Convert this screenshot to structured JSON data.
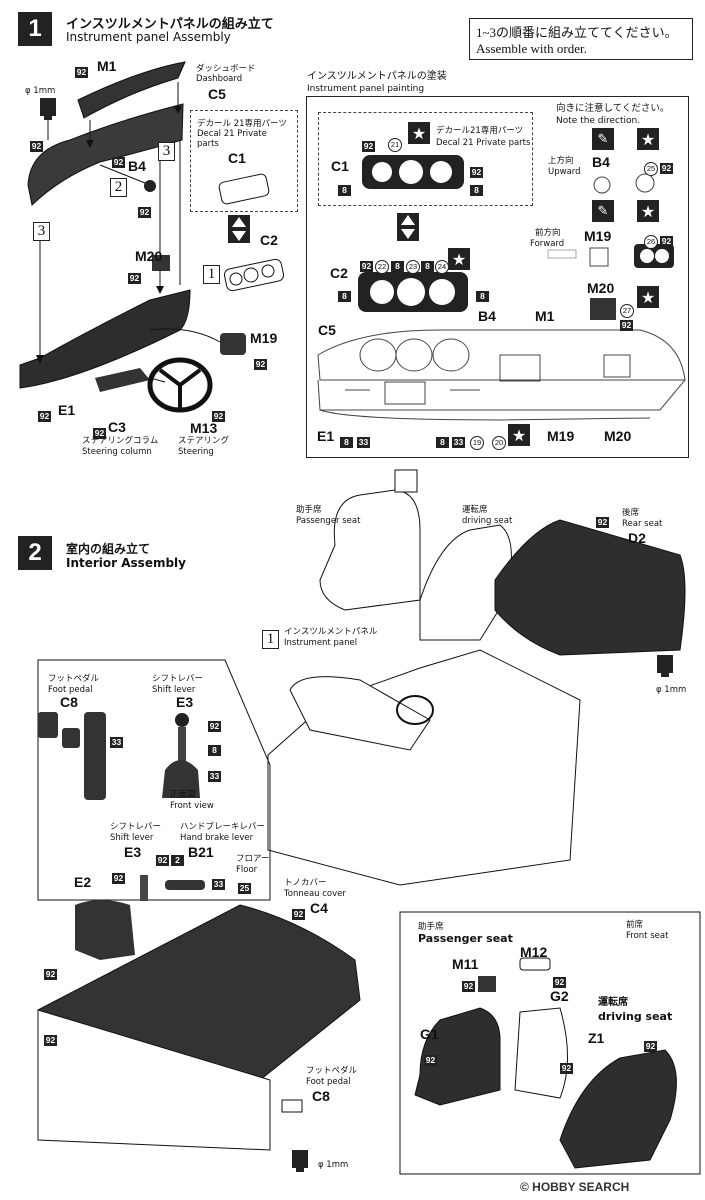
{
  "step1": {
    "number": "1",
    "title_jp": "インスツルメントパネルの組み立て",
    "title_en": "Instrument panel Assembly",
    "order_note_jp": "1~3の順番に組み立ててください。",
    "order_note_en": "Assemble with order.",
    "drill_label": "φ 1mm",
    "parts": {
      "m1": "M1",
      "c5": "C5",
      "b4": "B4",
      "c1": "C1",
      "c2": "C2",
      "m20": "M20",
      "m19": "M19",
      "e1": "E1",
      "c3": "C3",
      "m13": "M13"
    },
    "dashboard_jp": "ダッシュボード",
    "dashboard_en": "Dashboard",
    "decal_jp": "デカール",
    "decal_num": "21",
    "decal_private_jp": "専用パーツ",
    "decal_en": "Decal 21 Private parts",
    "steering_column_jp": "ステアリングコラム",
    "steering_column_en": "Steering column",
    "steering_jp": "ステアリング",
    "steering_en": "Steering",
    "order": [
      "1",
      "2",
      "3"
    ],
    "painting_jp": "インスツルメントパネルの塗装",
    "painting_en": "Instrument panel painting",
    "painting_decal_jp": "デカール21専用パーツ",
    "painting_decal_en": "Decal 21 Private parts",
    "direction_jp": "向きに注意してください。",
    "direction_en": "Note the direction.",
    "upward_jp": "上方向",
    "upward_en": "Upward",
    "forward_jp": "前方向",
    "forward_en": "Forward",
    "colors": {
      "c1": [
        "92",
        "8",
        "92",
        "8"
      ],
      "c2": [
        "92",
        "22",
        "8",
        "23",
        "8",
        "24",
        "8",
        "8"
      ],
      "b4": [
        "25",
        "92"
      ],
      "m19": [
        "26",
        "92"
      ],
      "m20": [
        "27",
        "92"
      ],
      "e1": [
        "8",
        "33",
        "8",
        "33",
        "19",
        "20"
      ]
    },
    "color_labels": {
      "black": "92",
      "silver": "8",
      "c1_decal": "21",
      "gray": "33"
    }
  },
  "step2": {
    "number": "2",
    "title_jp": "室内の組み立て",
    "title_en": "Interior Assembly",
    "passenger_seat_jp": "助手席",
    "passenger_seat_en": "Passenger seat",
    "driving_seat_jp": "運転席",
    "driving_seat_en": "driving seat",
    "rear_seat_jp": "後席",
    "rear_seat_en": "Rear seat",
    "d2": "D2",
    "instrument_panel_jp": "インスツルメントパネル",
    "instrument_panel_en": "Instrument panel",
    "panel_ref": "1",
    "foot_pedal_jp": "フットペダル",
    "foot_pedal_en": "Foot pedal",
    "c8": "C8",
    "shift_lever_jp": "シフトレバー",
    "shift_lever_en": "Shift lever",
    "e3": "E3",
    "front_view_jp": "正面図",
    "front_view_en": "Front view",
    "hand_brake_jp": "ハンドブレーキレバー",
    "hand_brake_en": "Hand brake lever",
    "b21": "B21",
    "floor_jp": "フロアー",
    "floor_en": "Floor",
    "e2": "E2",
    "tonneau_jp": "トノカバー",
    "tonneau_en": "Tonneau cover",
    "c4": "C4",
    "front_seat_jp": "前席",
    "front_seat_en": "Front seat",
    "m11": "M11",
    "m12": "M12",
    "g1": "G1",
    "g2": "G2",
    "z1": "Z1",
    "drill_label": "φ 1mm",
    "colors": {
      "c8": "33",
      "e3_top": "92",
      "e3_mid": "8",
      "e3_boot": "33",
      "b21": [
        "92",
        "2",
        "33"
      ],
      "floor": "25",
      "black": "92"
    }
  },
  "watermark": "© HOBBY SEARCH"
}
